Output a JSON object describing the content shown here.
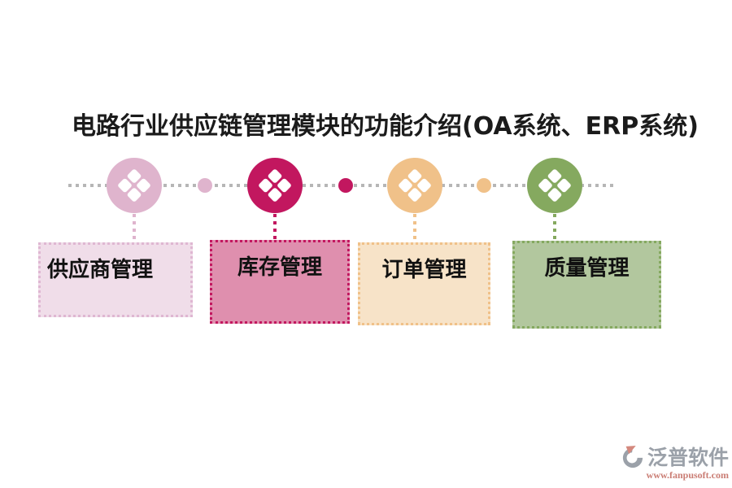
{
  "title": "电路行业供应链管理模块的功能介绍(OA系统、ERP系统)",
  "timeline": {
    "line_color": "#b6b6b6",
    "between_dots": [
      {
        "color": "#dfb4cd"
      },
      {
        "color": "#c2175f"
      },
      {
        "color": "#f0c189"
      }
    ]
  },
  "modules": [
    {
      "name": "供应商管理",
      "circle_color": "#dfb4cd",
      "box_fill": "#f0dde9",
      "box_border": "#dfb7d2"
    },
    {
      "name": "库存管理",
      "circle_color": "#c2175f",
      "box_fill": "#df8fae",
      "box_border": "#c2175f"
    },
    {
      "name": "订单管理",
      "circle_color": "#f0c189",
      "box_fill": "#f7e3c8",
      "box_border": "#f0c189"
    },
    {
      "name": "质量管理",
      "circle_color": "#85a95f",
      "box_fill": "#b2c79e",
      "box_border": "#85a95f"
    }
  ],
  "icons": {
    "node_icon": "diamond-cluster-icon",
    "logo_icon": "fanpu-logo-icon"
  },
  "watermark": {
    "brand": "泛普软件",
    "url": "www.fanpusoft.com",
    "brand_color": "#9ba1a9",
    "url_color": "#ca7d74"
  }
}
